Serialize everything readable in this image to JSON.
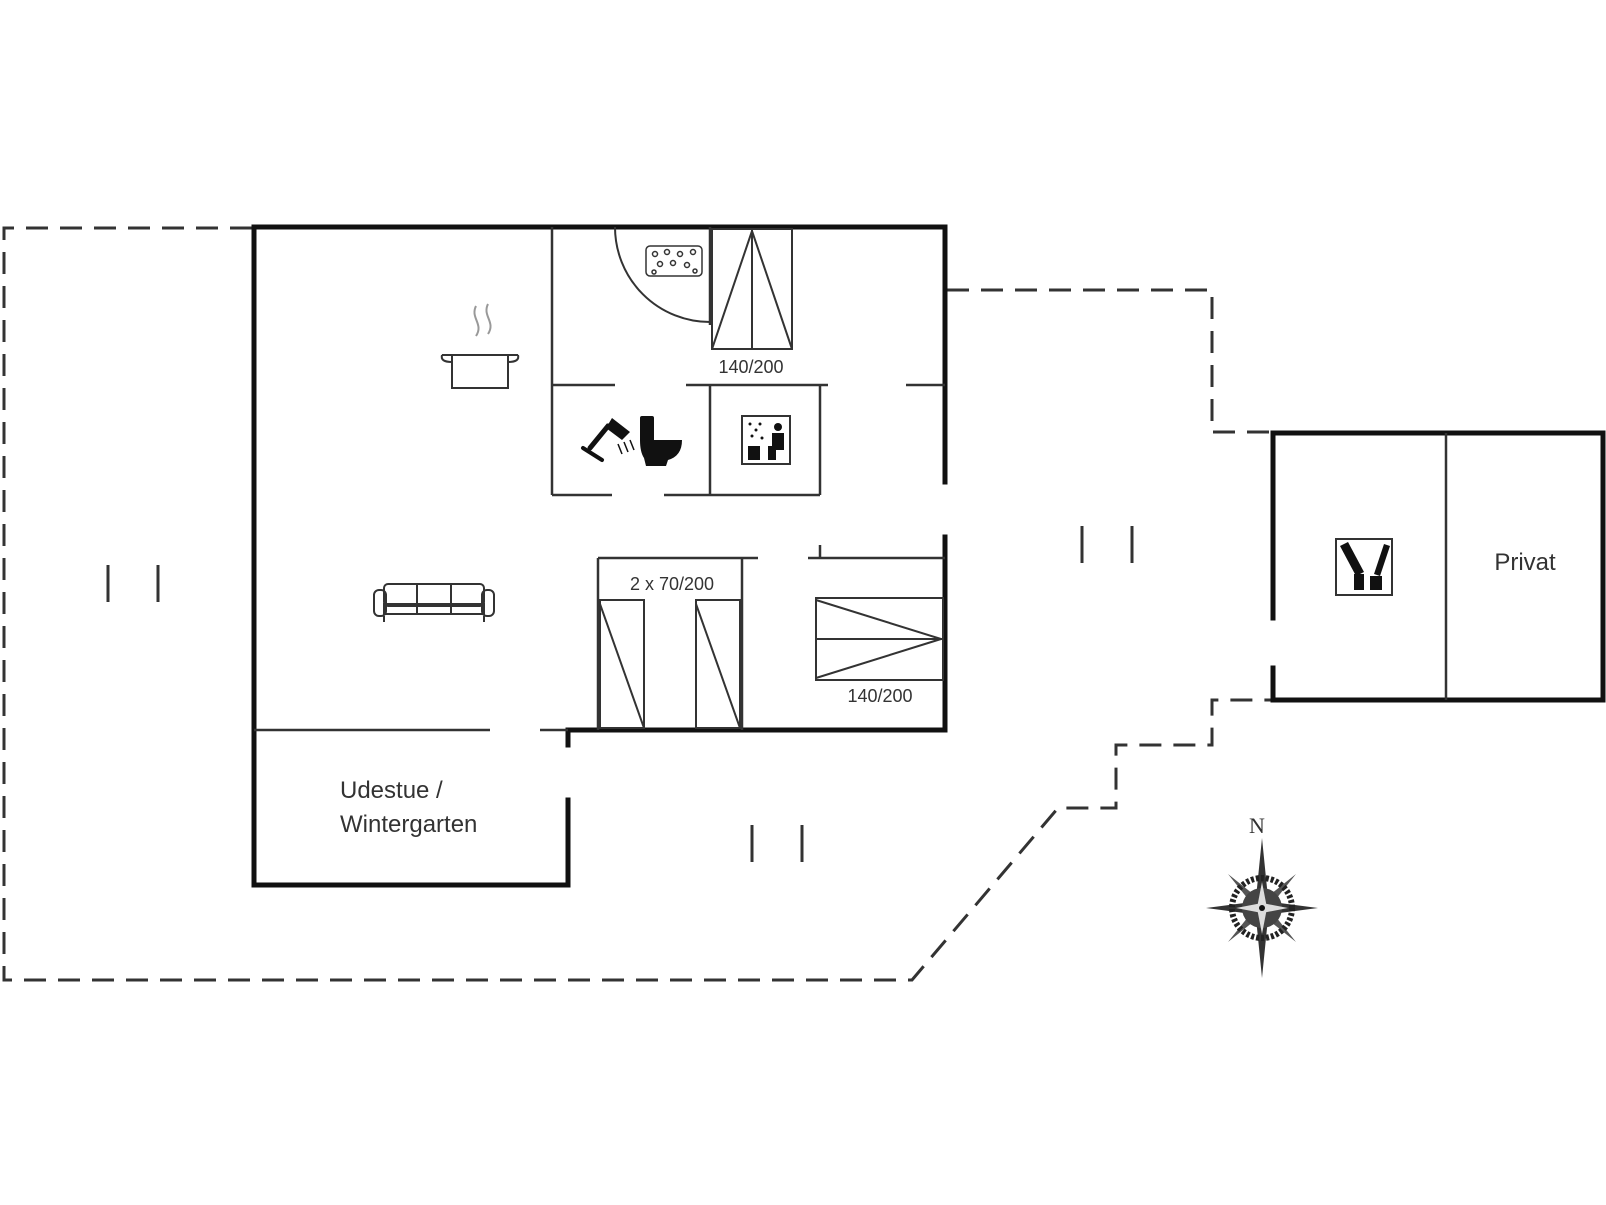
{
  "labels": {
    "bed_upper": "140/200",
    "beds_twin": "2 x 70/200",
    "bed_lower": "140/200",
    "sunroom_line1": "Udestue /",
    "sunroom_line2": "Wintergarten",
    "private": "Privat",
    "compass_north": "N"
  },
  "icons": [
    "jacuzzi-icon",
    "cooking-pot-icon",
    "shower-icon",
    "toilet-icon",
    "sauna-icon",
    "sofa-icon",
    "washing-drying-icon",
    "compass-rose-icon"
  ],
  "colors": {
    "wall": "#111111",
    "line": "#333333",
    "background": "#ffffff"
  }
}
